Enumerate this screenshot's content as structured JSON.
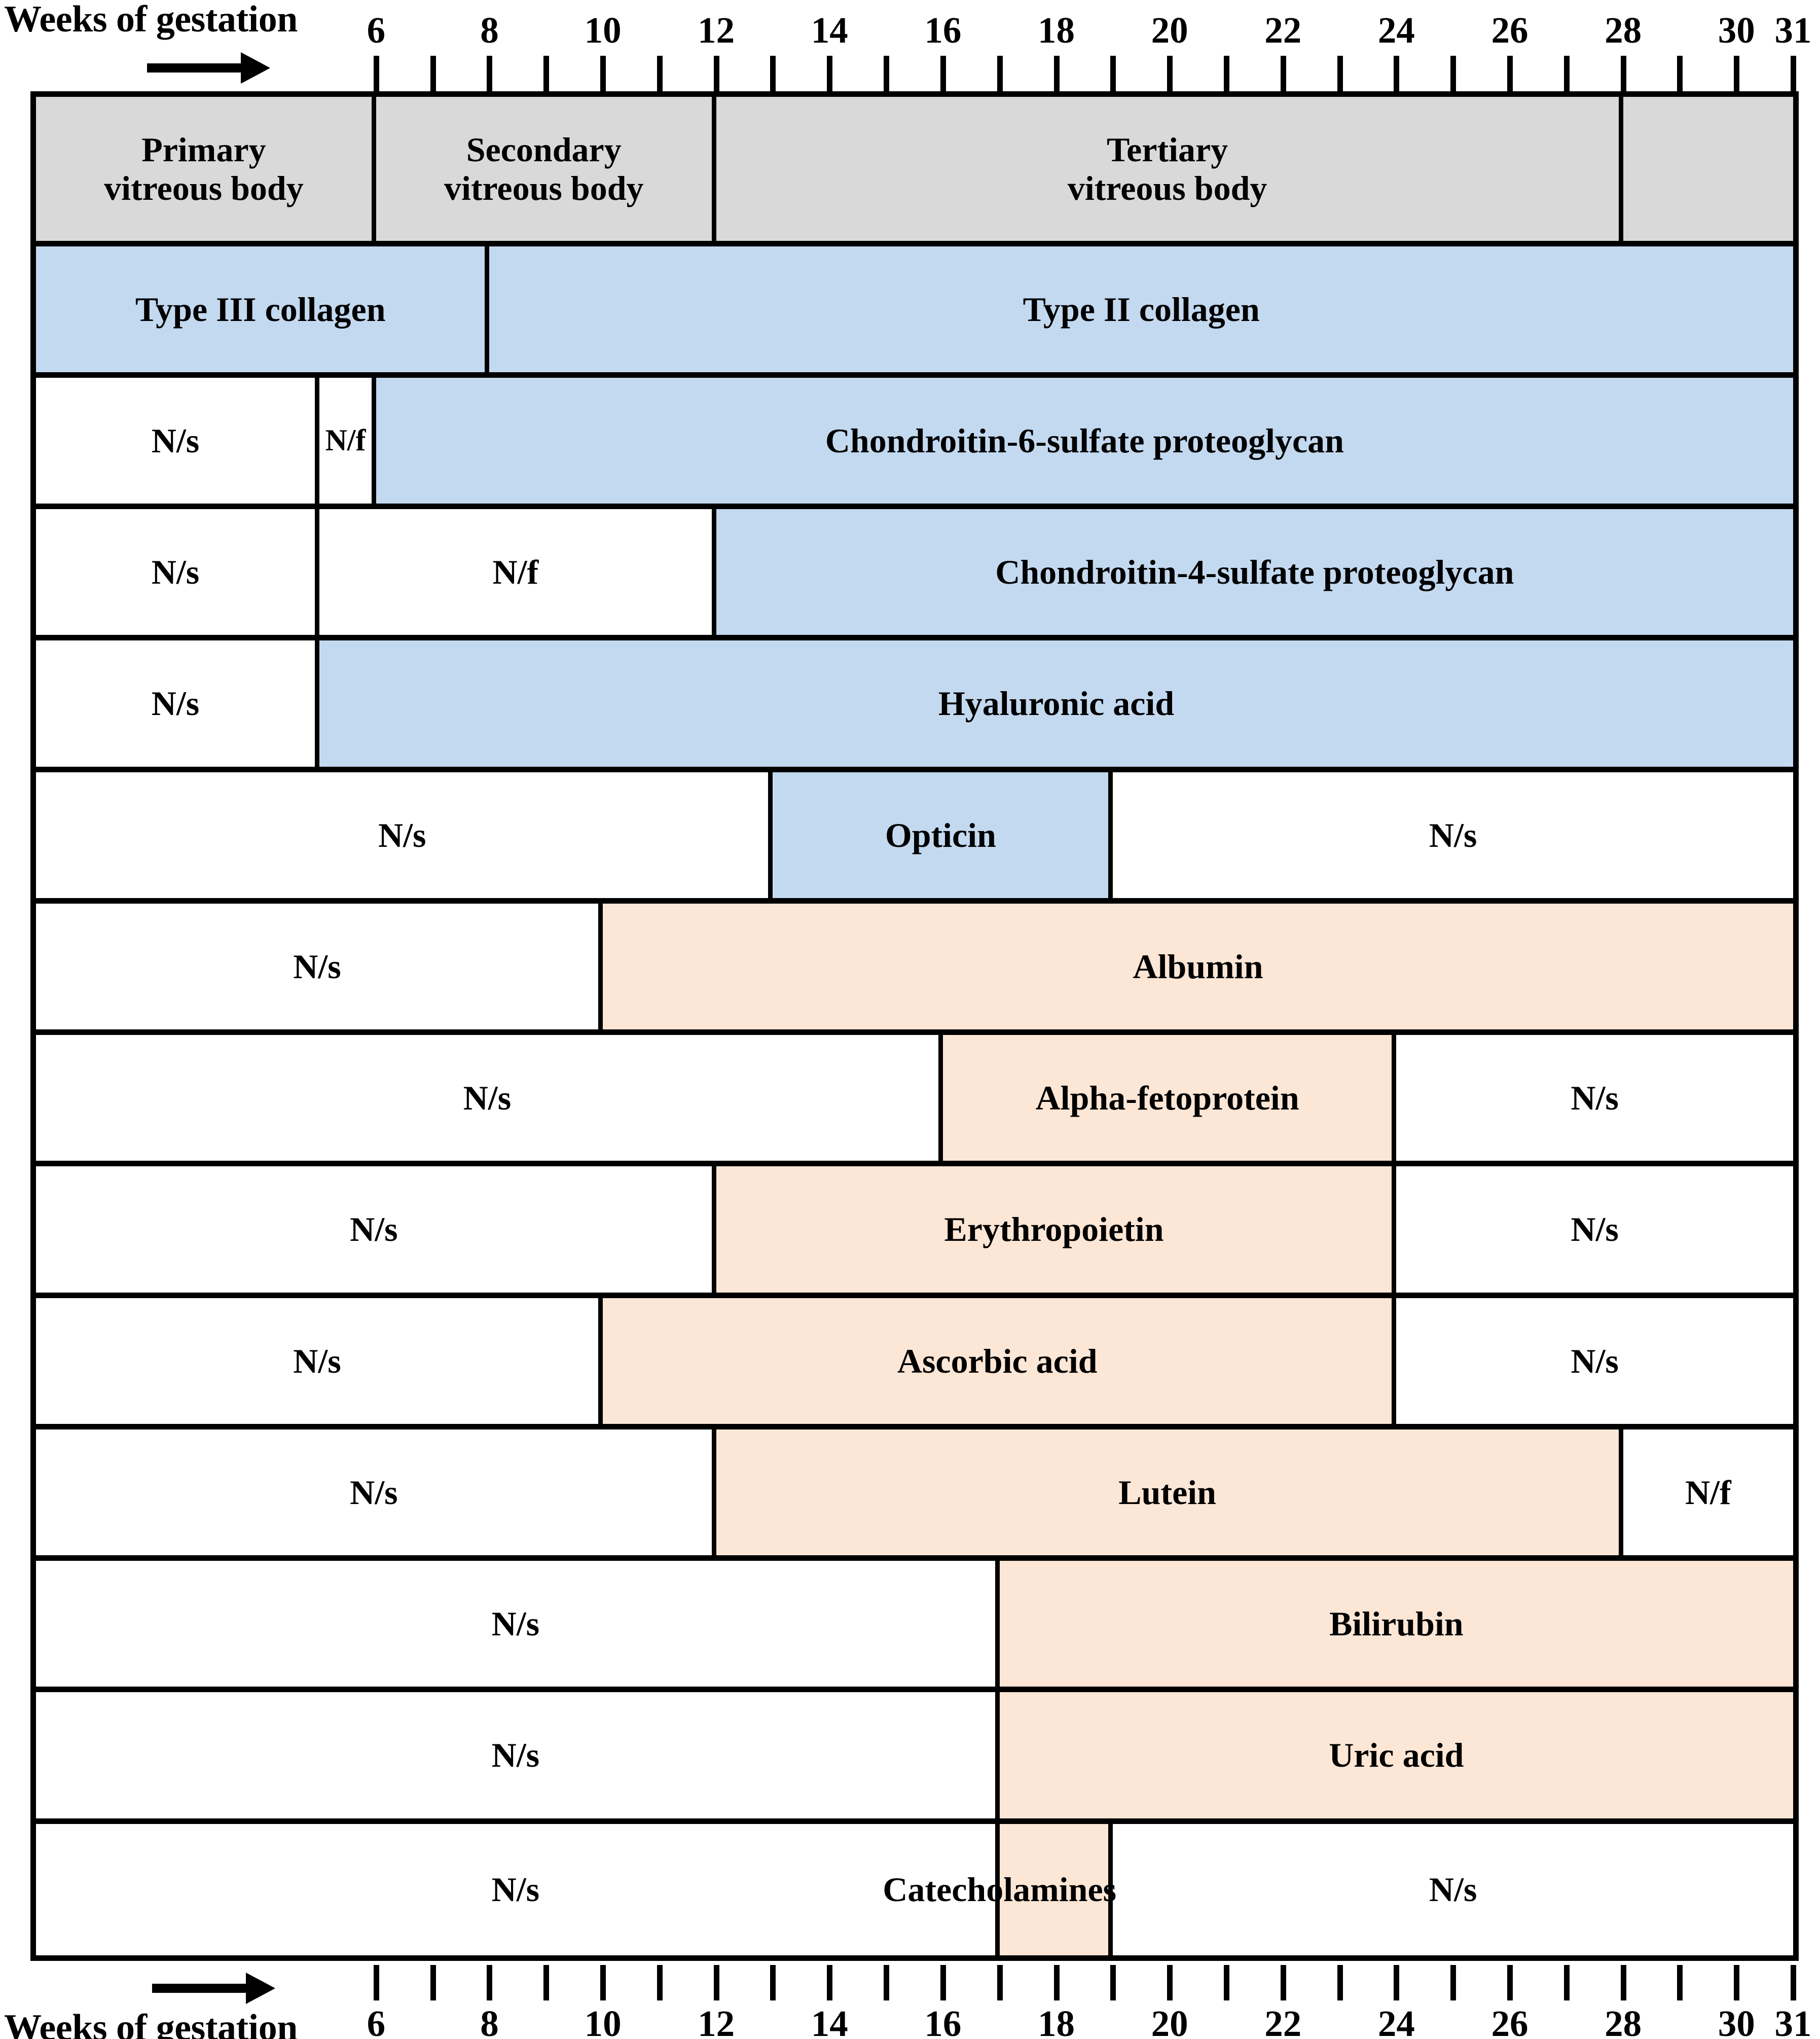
{
  "axis": {
    "caption_top": "Weeks of gestation",
    "caption_bottom": "Weeks of gestation",
    "unit": "weeks",
    "min": 0,
    "max": 31,
    "tick_step": 1,
    "label_step": 2,
    "labels": [
      "6",
      "8",
      "10",
      "12",
      "14",
      "16",
      "18",
      "20",
      "22",
      "24",
      "26",
      "28",
      "30",
      "31"
    ],
    "label_values": [
      6,
      8,
      10,
      12,
      14,
      16,
      18,
      20,
      22,
      24,
      26,
      28,
      30,
      31
    ],
    "arrow_icon": "right-arrow-icon"
  },
  "legend_colors": {
    "stage_gray": "#d9d9d9",
    "structural_blue": "#c3d9f0",
    "soluble_orange": "#fce6d5",
    "absent_white": "#ffffff",
    "border_black": "#000000"
  },
  "notation": {
    "not_secreted": "N/s",
    "not_found": "N/f"
  },
  "chart_data": {
    "type": "table",
    "title": "Weeks of gestation",
    "xlabel": "Weeks of gestation",
    "xlim": [
      0,
      31
    ],
    "grid": false,
    "legend_position": "none",
    "rows": [
      {
        "name": "vitreous-body-stage",
        "segments": [
          {
            "label": "Primary\nvitreous body",
            "start": 0,
            "end": 6,
            "fill": "#d9d9d9"
          },
          {
            "label": "Secondary\nvitreous body",
            "start": 6,
            "end": 12,
            "fill": "#d9d9d9"
          },
          {
            "label": "Tertiary\nvitreous body",
            "start": 12,
            "end": 28,
            "fill": "#d9d9d9"
          },
          {
            "label": "",
            "start": 28,
            "end": 31,
            "fill": "#d9d9d9"
          }
        ]
      },
      {
        "name": "collagen",
        "segments": [
          {
            "label": "Type III collagen",
            "start": 0,
            "end": 8,
            "fill": "#c3d9f0"
          },
          {
            "label": "Type II collagen",
            "start": 8,
            "end": 31,
            "fill": "#c3d9f0"
          }
        ]
      },
      {
        "name": "chondroitin-6-sulfate-proteoglycan",
        "segments": [
          {
            "label": "N/s",
            "start": 0,
            "end": 5,
            "fill": "#ffffff"
          },
          {
            "label": "N/f",
            "start": 5,
            "end": 6,
            "fill": "#ffffff"
          },
          {
            "label": "Chondroitin-6-sulfate proteoglycan",
            "start": 6,
            "end": 31,
            "fill": "#c3d9f0"
          }
        ]
      },
      {
        "name": "chondroitin-4-sulfate-proteoglycan",
        "segments": [
          {
            "label": "N/s",
            "start": 0,
            "end": 5,
            "fill": "#ffffff"
          },
          {
            "label": "N/f",
            "start": 5,
            "end": 12,
            "fill": "#ffffff"
          },
          {
            "label": "Chondroitin-4-sulfate proteoglycan",
            "start": 12,
            "end": 31,
            "fill": "#c3d9f0"
          }
        ]
      },
      {
        "name": "hyaluronic-acid",
        "segments": [
          {
            "label": "N/s",
            "start": 0,
            "end": 5,
            "fill": "#ffffff"
          },
          {
            "label": "Hyaluronic acid",
            "start": 5,
            "end": 31,
            "fill": "#c3d9f0"
          }
        ]
      },
      {
        "name": "opticin",
        "segments": [
          {
            "label": "N/s",
            "start": 0,
            "end": 13,
            "fill": "#ffffff"
          },
          {
            "label": "Opticin",
            "start": 13,
            "end": 19,
            "fill": "#c3d9f0"
          },
          {
            "label": "N/s",
            "start": 19,
            "end": 31,
            "fill": "#ffffff"
          }
        ]
      },
      {
        "name": "albumin",
        "segments": [
          {
            "label": "N/s",
            "start": 0,
            "end": 10,
            "fill": "#ffffff"
          },
          {
            "label": "Albumin",
            "start": 10,
            "end": 31,
            "fill": "#fce6d5"
          }
        ]
      },
      {
        "name": "alpha-fetoprotein",
        "segments": [
          {
            "label": "N/s",
            "start": 0,
            "end": 16,
            "fill": "#ffffff"
          },
          {
            "label": "Alpha-fetoprotein",
            "start": 16,
            "end": 24,
            "fill": "#fce6d5"
          },
          {
            "label": "N/s",
            "start": 24,
            "end": 31,
            "fill": "#ffffff"
          }
        ]
      },
      {
        "name": "erythropoietin",
        "segments": [
          {
            "label": "N/s",
            "start": 0,
            "end": 12,
            "fill": "#ffffff"
          },
          {
            "label": "Erythropoietin",
            "start": 12,
            "end": 24,
            "fill": "#fce6d5"
          },
          {
            "label": "N/s",
            "start": 24,
            "end": 31,
            "fill": "#ffffff"
          }
        ]
      },
      {
        "name": "ascorbic-acid",
        "segments": [
          {
            "label": "N/s",
            "start": 0,
            "end": 10,
            "fill": "#ffffff"
          },
          {
            "label": "Ascorbic acid",
            "start": 10,
            "end": 24,
            "fill": "#fce6d5"
          },
          {
            "label": "N/s",
            "start": 24,
            "end": 31,
            "fill": "#ffffff"
          }
        ]
      },
      {
        "name": "lutein",
        "segments": [
          {
            "label": "N/s",
            "start": 0,
            "end": 12,
            "fill": "#ffffff"
          },
          {
            "label": "Lutein",
            "start": 12,
            "end": 28,
            "fill": "#fce6d5"
          },
          {
            "label": "N/f",
            "start": 28,
            "end": 31,
            "fill": "#ffffff"
          }
        ]
      },
      {
        "name": "bilirubin",
        "segments": [
          {
            "label": "N/s",
            "start": 0,
            "end": 17,
            "fill": "#ffffff"
          },
          {
            "label": "Bilirubin",
            "start": 17,
            "end": 31,
            "fill": "#fce6d5"
          }
        ]
      },
      {
        "name": "uric-acid",
        "segments": [
          {
            "label": "N/s",
            "start": 0,
            "end": 17,
            "fill": "#ffffff"
          },
          {
            "label": "Uric acid",
            "start": 17,
            "end": 31,
            "fill": "#fce6d5"
          }
        ]
      },
      {
        "name": "catecholamines",
        "segments": [
          {
            "label": "N/s",
            "start": 0,
            "end": 17,
            "fill": "#ffffff"
          },
          {
            "label": "",
            "start": 17,
            "end": 19,
            "fill": "#fce6d5"
          },
          {
            "label": "N/s",
            "start": 19,
            "end": 31,
            "fill": "#ffffff"
          }
        ],
        "overlay_label": "Catecholamines",
        "overlay_center": 17.0
      }
    ]
  }
}
